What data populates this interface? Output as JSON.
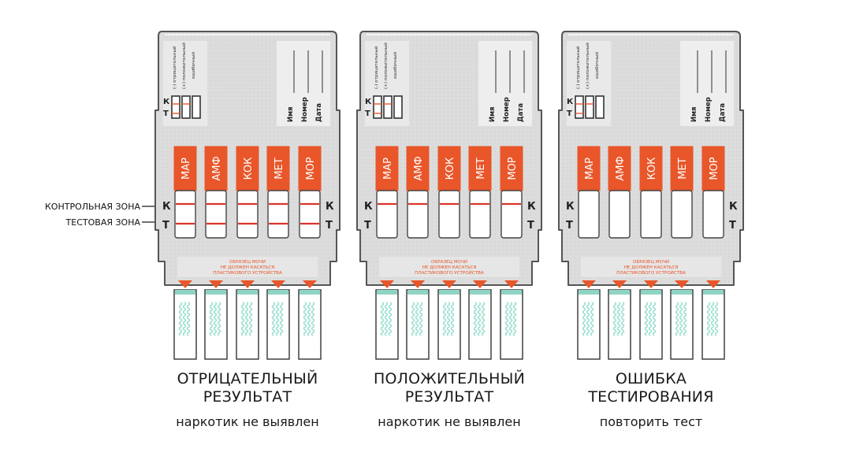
{
  "side_labels": {
    "control_zone": "КОНТРОЛЬНАЯ ЗОНА",
    "test_zone": "ТЕСТОВАЯ ЗОНА"
  },
  "legend": {
    "k": "К",
    "t": "Т",
    "negative": "(-) отрицательный",
    "positive": "(+) положительный",
    "invalid": "ошибочный"
  },
  "fields": {
    "name": "Имя",
    "number": "Номер",
    "date": "Дата"
  },
  "window_k": "К",
  "window_t": "Т",
  "drugs": [
    "МАР",
    "АМФ",
    "КОК",
    "МЕТ",
    "МОР"
  ],
  "sample_note": [
    "ОБРАЗЕЦ МОЧИ",
    "НЕ ДОЛЖЕН КАСАТЬСЯ",
    "ПЛАСТИКОВОГО УСТРОЙСТВА"
  ],
  "colors": {
    "accent": "#e8562a",
    "body": "#dcdcdc",
    "edge": "#555555",
    "teal": "#8fd3c3",
    "wave": "#9fe0d2"
  },
  "panels": [
    {
      "title_line1": "ОТРИЦАТЕЛЬНЫЙ",
      "title_line2": "РЕЗУЛЬТАТ",
      "subtitle": "наркотик не выявлен",
      "control_line": true,
      "test_line": true
    },
    {
      "title_line1": "ПОЛОЖИТЕЛЬНЫЙ",
      "title_line2": "РЕЗУЛЬТАТ",
      "subtitle": "наркотик не выявлен",
      "control_line": true,
      "test_line": false
    },
    {
      "title_line1": "ОШИБКА",
      "title_line2": "ТЕСТИРОВАНИЯ",
      "subtitle": "повторить тест",
      "control_line": false,
      "test_line": false
    }
  ]
}
